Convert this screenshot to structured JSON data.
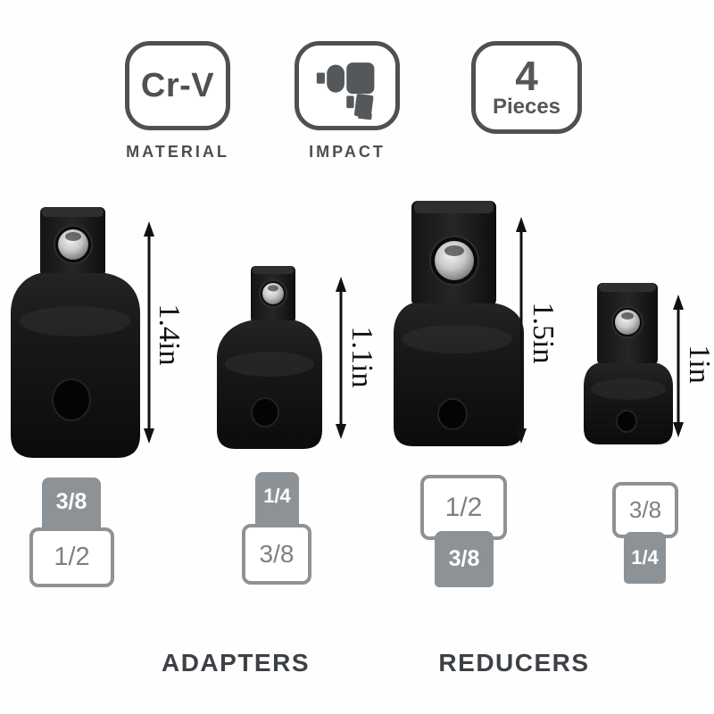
{
  "header": {
    "badges": [
      {
        "text": "Cr-V",
        "caption": "MATERIAL"
      },
      {
        "icon": "impact-wrench-icon",
        "caption": "IMPACT"
      },
      {
        "number": "4",
        "label": "Pieces"
      }
    ]
  },
  "products": [
    {
      "kind": "adapter",
      "measurement": "1.4in"
    },
    {
      "kind": "adapter",
      "measurement": "1.1in"
    },
    {
      "kind": "reducer",
      "measurement": "1.5in"
    },
    {
      "kind": "reducer",
      "measurement": "1in"
    }
  ],
  "size_tags": [
    {
      "style": "adapter",
      "top": "3/8",
      "bottom": "1/2"
    },
    {
      "style": "adapter",
      "top": "1/4",
      "bottom": "3/8"
    },
    {
      "style": "reducer",
      "top": "1/2",
      "bottom": "3/8"
    },
    {
      "style": "reducer",
      "top": "3/8",
      "bottom": "1/4"
    }
  ],
  "sections": {
    "adapters": "ADAPTERS",
    "reducers": "REDUCERS"
  },
  "colors": {
    "badge_outline": "#4d5154",
    "tag_gray": "#8d9296",
    "caption_dark": "#3d4145",
    "measurement_text": "#111111",
    "product_black": "#111111"
  }
}
